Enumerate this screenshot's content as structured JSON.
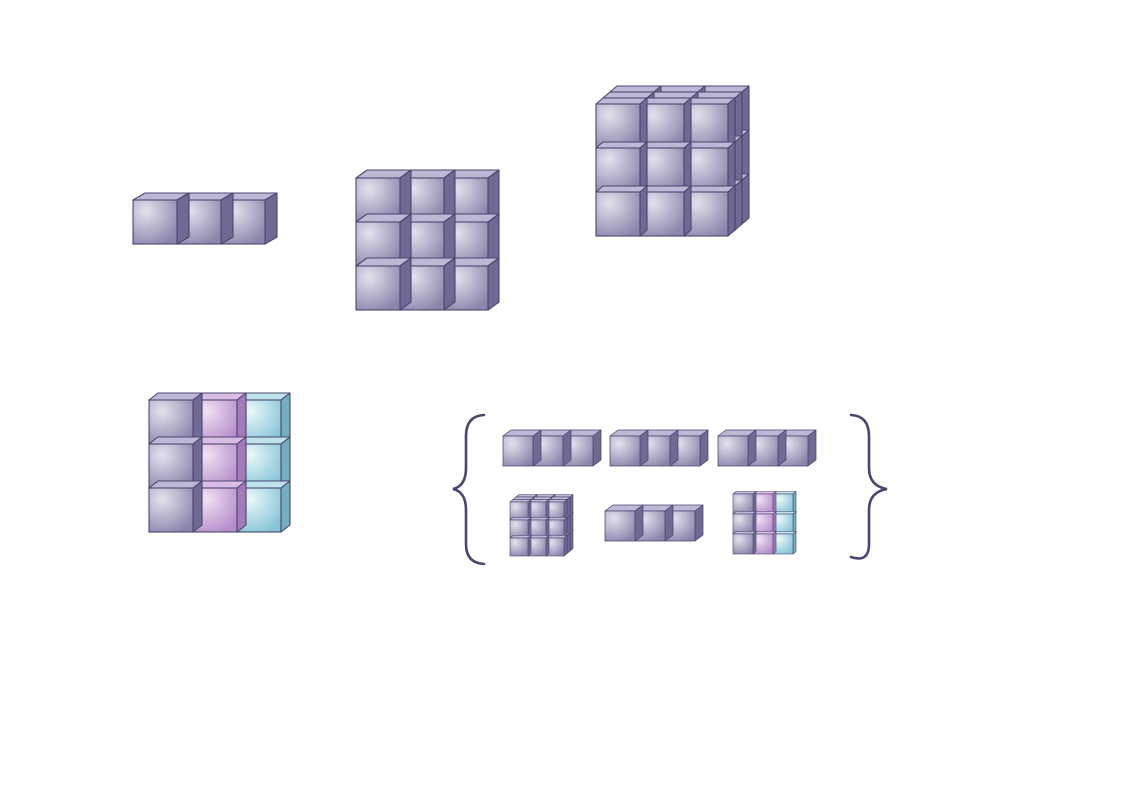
{
  "colors": {
    "background": "#ffffff",
    "purple_front_light": "#e3e1ee",
    "purple_front_dark": "#8a85ab",
    "purple_top": "#bdb8d6",
    "purple_side": "#6f6a93",
    "edge": "#4a456e",
    "pink_front_light": "#f1e2f3",
    "pink_front_dark": "#b58ccb",
    "pink_top": "#d9bde4",
    "pink_side": "#a47ab8",
    "cyan_front_light": "#eaf7fa",
    "cyan_front_dark": "#86c4d6",
    "cyan_top": "#bfe3ec",
    "cyan_side": "#74aebf",
    "brace": "#4a456e"
  },
  "figures": [
    {
      "name": "rod-3",
      "kind": "rod"
    },
    {
      "name": "flat-3x3",
      "kind": "flat"
    },
    {
      "name": "cube-3x3x3",
      "kind": "cube"
    },
    {
      "name": "cube-striped",
      "kind": "striped"
    }
  ],
  "set_items": [
    {
      "name": "set-rod-a",
      "kind": "rod"
    },
    {
      "name": "set-rod-b",
      "kind": "rod"
    },
    {
      "name": "set-rod-c",
      "kind": "rod"
    },
    {
      "name": "set-cube",
      "kind": "cube"
    },
    {
      "name": "set-rod-d",
      "kind": "rod"
    },
    {
      "name": "set-striped",
      "kind": "striped"
    }
  ]
}
